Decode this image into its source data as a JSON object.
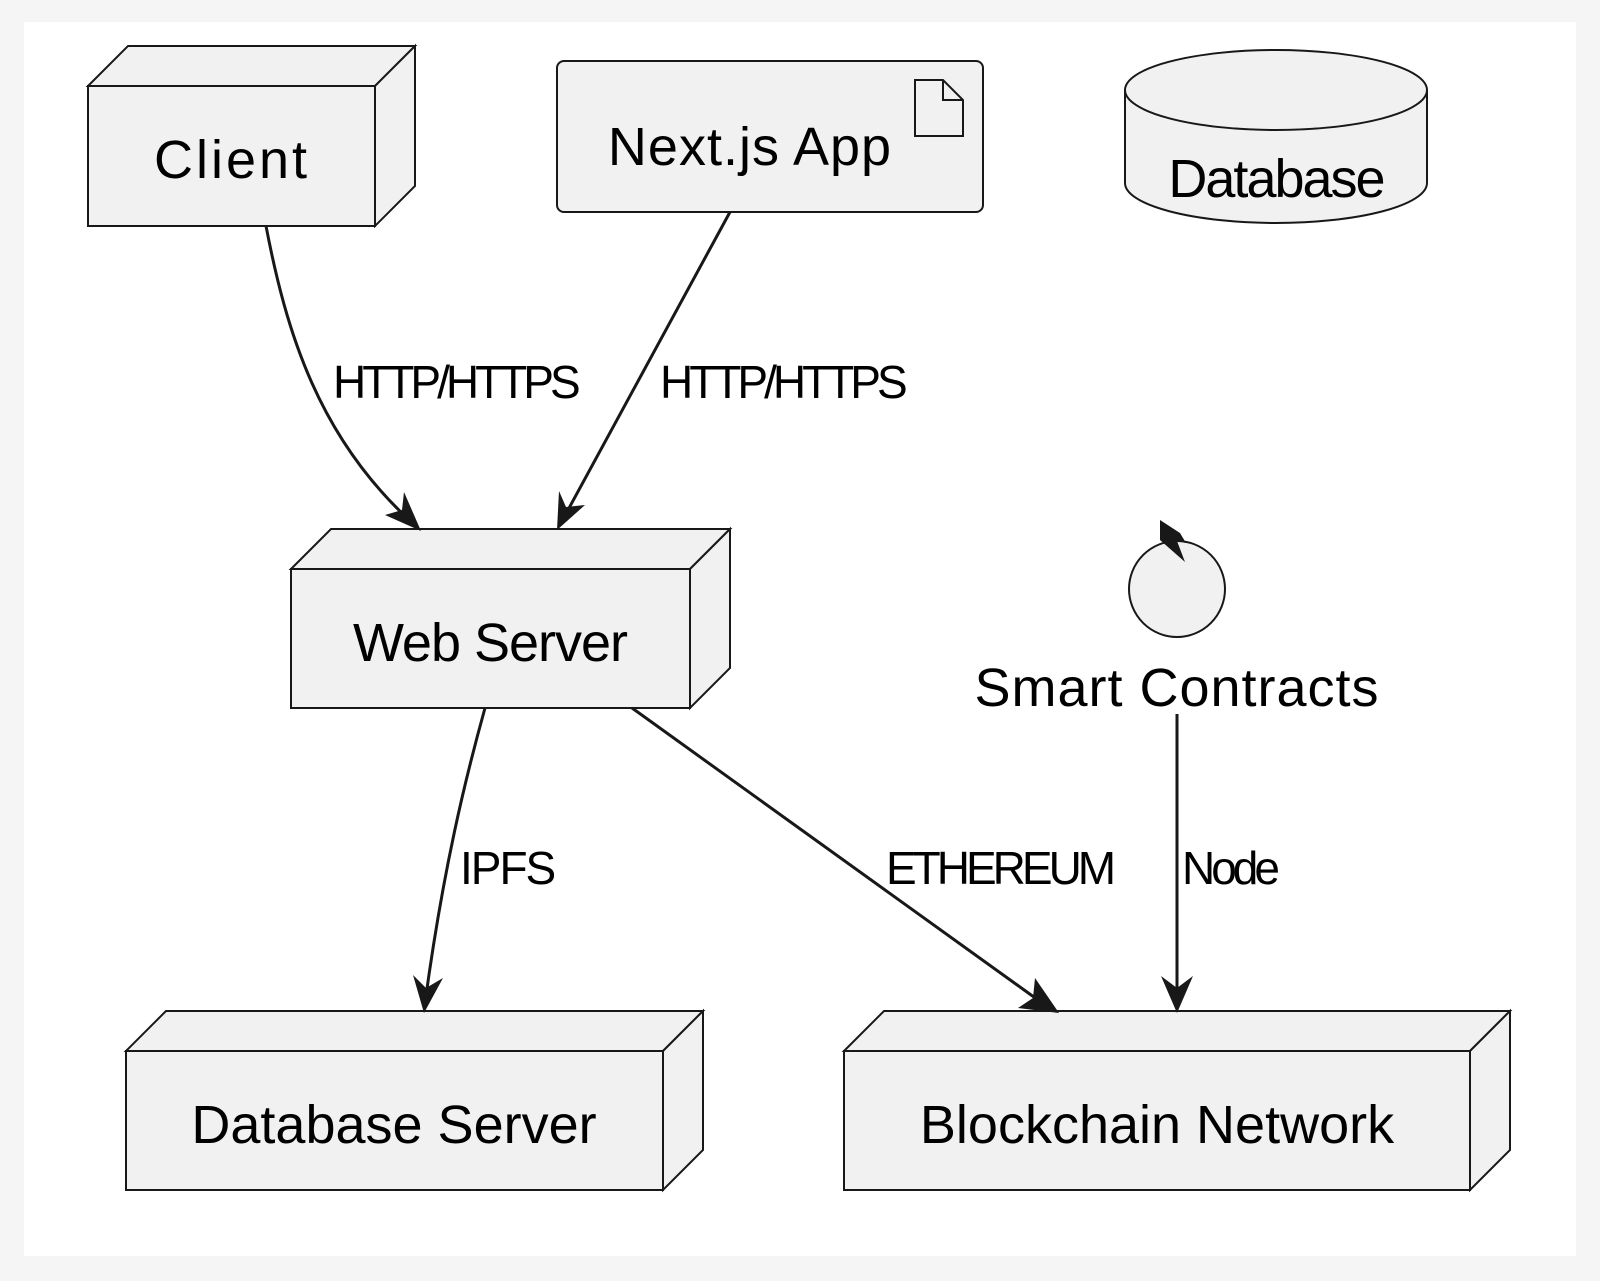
{
  "diagram": {
    "nodes": {
      "client": "Client",
      "nextjs_app": "Next.js App",
      "database": "Database",
      "web_server": "Web Server",
      "smart_contracts": "Smart Contracts",
      "database_server": "Database Server",
      "blockchain_network": "Blockchain Network"
    },
    "edges": {
      "client_to_web_server": "HTTP/HTTPS",
      "nextjs_to_web_server": "HTTP/HTTPS",
      "web_server_to_database_server": "IPFS",
      "web_server_to_blockchain": "ETHEREUM",
      "smart_contracts_to_blockchain": "Node"
    }
  },
  "icons": {
    "artifact": "document-icon",
    "control": "circular-arrow-icon"
  },
  "colors": {
    "page_background": "#f5f5f5",
    "canvas": "#ffffff",
    "node_fill": "#f1f1f1",
    "stroke": "#181818"
  }
}
